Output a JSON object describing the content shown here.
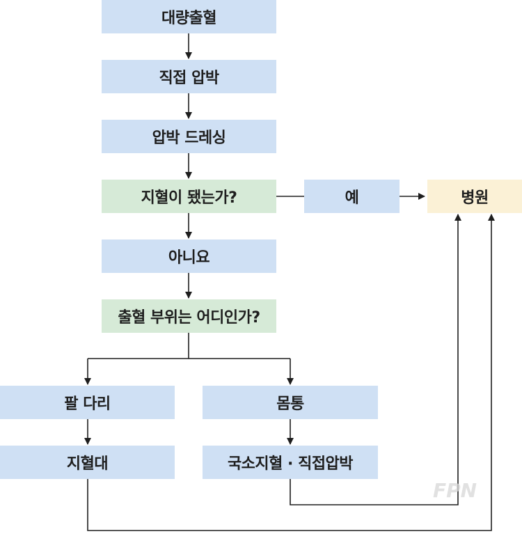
{
  "nodes": {
    "massive_bleeding": "대량출혈",
    "direct_pressure": "직접 압박",
    "pressure_dressing": "압박 드레싱",
    "bleeding_stopped_question": "지혈이 됐는가?",
    "yes": "예",
    "hospital": "병원",
    "no": "아니요",
    "bleeding_site_question": "출혈 부위는 어디인가?",
    "arm_leg": "팔 다리",
    "torso": "몸통",
    "tourniquet": "지혈대",
    "local_hemostasis": "국소지혈 · 직접압박"
  },
  "colors": {
    "step_fill": "#cfe0f4",
    "question_fill": "#d6ead7",
    "destination_fill": "#fbf1d6",
    "line": "#1e1e1e"
  },
  "watermark": "FPN"
}
